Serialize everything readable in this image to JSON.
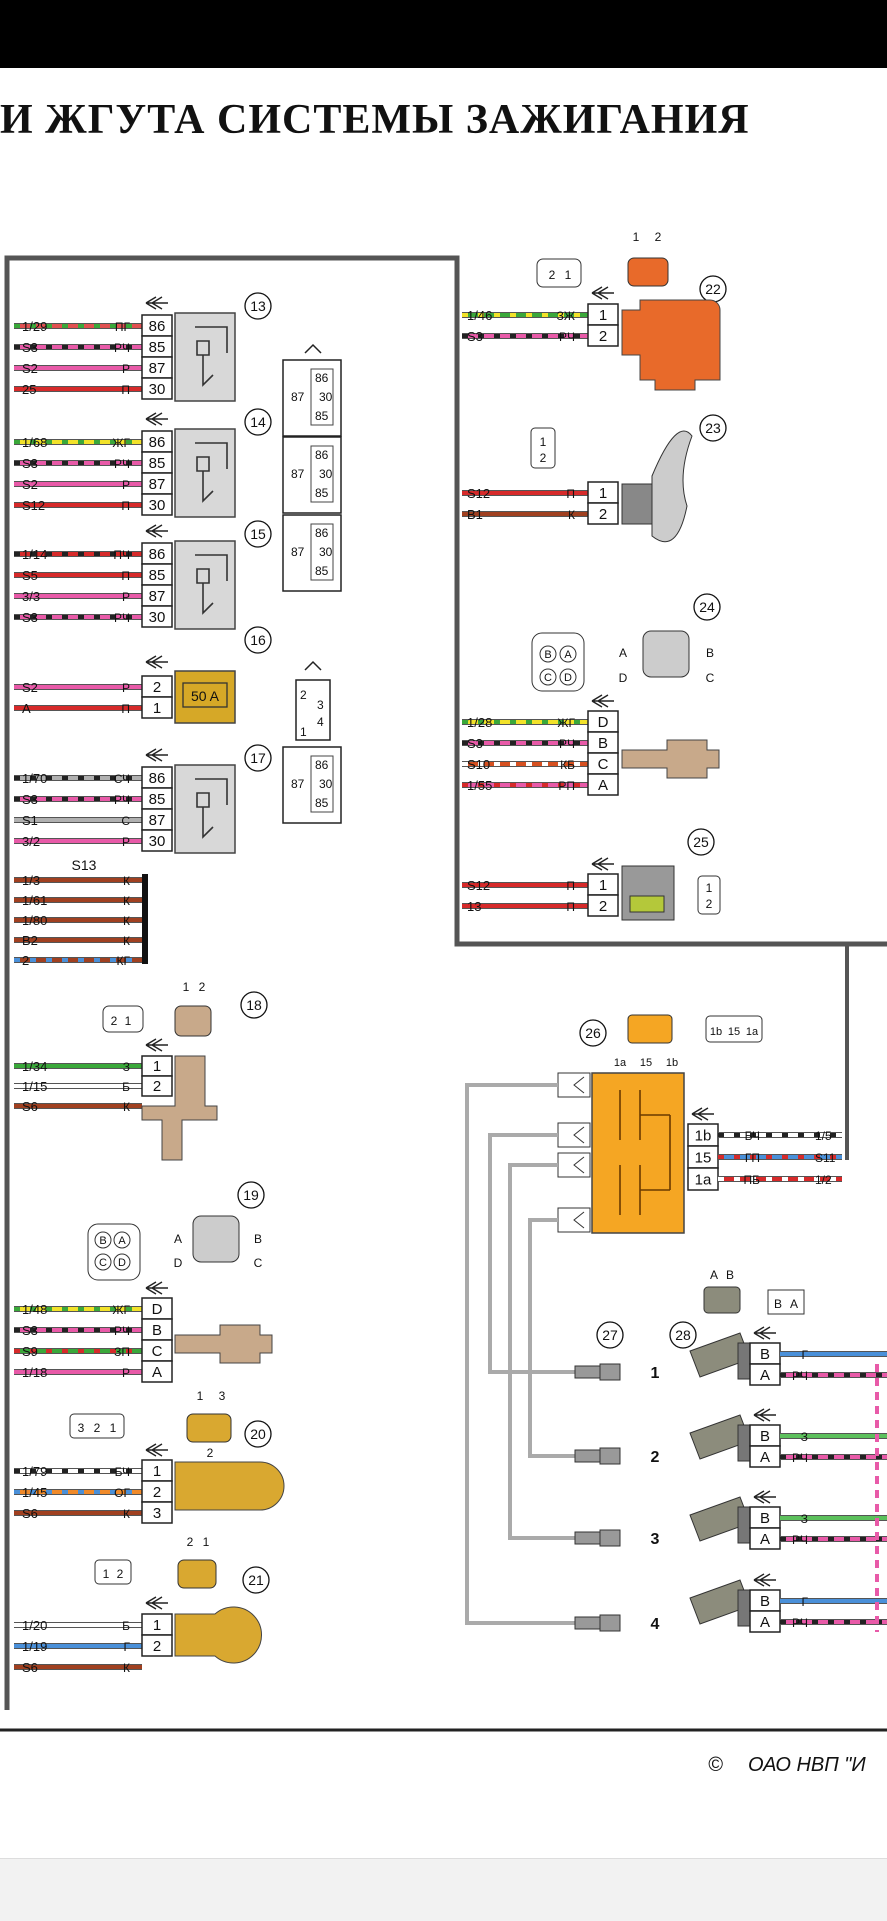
{
  "title": "И ЖГУТА СИСТЕМЫ ЗАЖИГАНИЯ",
  "copyright": {
    "symbol": "©",
    "text": "ОАО НВП \"И"
  },
  "left_panel": {
    "relays": [
      {
        "id": "13",
        "pins": [
          "86",
          "85",
          "87",
          "30"
        ],
        "wires": [
          {
            "label": "1/29",
            "code": "ПГ",
            "colors": [
              "#e05050",
              "#3aa83a"
            ]
          },
          {
            "label": "S3",
            "code": "РЧ",
            "colors": [
              "#e85aa8",
              "#222"
            ]
          },
          {
            "label": "S2",
            "code": "Р",
            "colors": [
              "#e85aa8",
              "#e85aa8"
            ]
          },
          {
            "label": "25",
            "code": "П",
            "colors": [
              "#d62a2a",
              "#d62a2a"
            ]
          }
        ]
      },
      {
        "id": "14",
        "pins": [
          "86",
          "85",
          "87",
          "30"
        ],
        "wires": [
          {
            "label": "1/68",
            "code": "ЖГ",
            "colors": [
              "#f2e22a",
              "#3aa83a"
            ]
          },
          {
            "label": "S3",
            "code": "РЧ",
            "colors": [
              "#e85aa8",
              "#222"
            ]
          },
          {
            "label": "S2",
            "code": "Р",
            "colors": [
              "#e85aa8",
              "#e85aa8"
            ]
          },
          {
            "label": "S12",
            "code": "П",
            "colors": [
              "#d62a2a",
              "#d62a2a"
            ]
          }
        ]
      },
      {
        "id": "15",
        "pins": [
          "86",
          "85",
          "87",
          "30"
        ],
        "wires": [
          {
            "label": "1/14",
            "code": "ПЧ",
            "colors": [
              "#d62a2a",
              "#222"
            ]
          },
          {
            "label": "S5",
            "code": "П",
            "colors": [
              "#d62a2a",
              "#d62a2a"
            ]
          },
          {
            "label": "3/3",
            "code": "Р",
            "colors": [
              "#e85aa8",
              "#e85aa8"
            ]
          },
          {
            "label": "S3",
            "code": "РЧ",
            "colors": [
              "#e85aa8",
              "#222"
            ]
          }
        ]
      },
      {
        "id": "17",
        "pins": [
          "86",
          "85",
          "87",
          "30"
        ],
        "wires": [
          {
            "label": "1/70",
            "code": "СЧ",
            "colors": [
              "#b0b0b0",
              "#222"
            ]
          },
          {
            "label": "S3",
            "code": "РЧ",
            "colors": [
              "#e85aa8",
              "#222"
            ]
          },
          {
            "label": "S1",
            "code": "С",
            "colors": [
              "#b0b0b0",
              "#b0b0b0"
            ]
          },
          {
            "label": "3/2",
            "code": "Р",
            "colors": [
              "#e85aa8",
              "#e85aa8"
            ]
          }
        ]
      }
    ],
    "fuse": {
      "id": "16",
      "rating": "50 A",
      "pins": [
        "2",
        "1"
      ],
      "wires": [
        {
          "label": "S2",
          "code": "Р",
          "colors": [
            "#e85aa8",
            "#e85aa8"
          ]
        },
        {
          "label": "A",
          "code": "П",
          "colors": [
            "#d62a2a",
            "#d62a2a"
          ]
        }
      ]
    },
    "relay_socket_pins": [
      "86",
      "87",
      "30",
      "85"
    ],
    "fuse_socket_pins": [
      "2",
      "3",
      "4",
      "1"
    ],
    "ground": {
      "id": "S13",
      "wires": [
        {
          "label": "1/3",
          "code": "К",
          "colors": [
            "#a04020",
            "#a04020"
          ]
        },
        {
          "label": "1/61",
          "code": "К",
          "colors": [
            "#a04020",
            "#a04020"
          ]
        },
        {
          "label": "1/80",
          "code": "К",
          "colors": [
            "#a04020",
            "#a04020"
          ]
        },
        {
          "label": "B2",
          "code": "К",
          "colors": [
            "#a04020",
            "#a04020"
          ]
        },
        {
          "label": "2",
          "code": "КГ",
          "colors": [
            "#a04020",
            "#4a90d9"
          ]
        }
      ]
    },
    "sensor18": {
      "id": "18",
      "top_pins": [
        "1",
        "2"
      ],
      "conn_pins": [
        "2",
        "1"
      ],
      "pins": [
        "1",
        "2"
      ],
      "wires": [
        {
          "label": "1/34",
          "code": "З",
          "colors": [
            "#3aa83a",
            "#3aa83a"
          ]
        },
        {
          "label": "1/15",
          "code": "Б",
          "colors": [
            "#ffffff",
            "#ffffff"
          ]
        },
        {
          "label": "S6",
          "code": "К",
          "colors": [
            "#a04020",
            "#a04020"
          ]
        }
      ]
    },
    "sensor19": {
      "id": "19",
      "face": [
        "B",
        "A",
        "C",
        "D"
      ],
      "face2": [
        "A",
        "B",
        "D",
        "C"
      ],
      "pins": [
        "D",
        "B",
        "C",
        "A"
      ],
      "wires": [
        {
          "label": "1/48",
          "code": "ЖГ",
          "colors": [
            "#f2e22a",
            "#3aa83a"
          ]
        },
        {
          "label": "S3",
          "code": "РЧ",
          "colors": [
            "#e85aa8",
            "#222"
          ]
        },
        {
          "label": "S9",
          "code": "ЗП",
          "colors": [
            "#3aa83a",
            "#d62a2a"
          ]
        },
        {
          "label": "1/18",
          "code": "Р",
          "colors": [
            "#e85aa8",
            "#e85aa8"
          ]
        }
      ]
    },
    "sensor20": {
      "id": "20",
      "conn_pins": [
        "3",
        "2",
        "1"
      ],
      "top_pins": [
        "1",
        "3"
      ],
      "bottom_pin": "2",
      "pins": [
        "1",
        "2",
        "3"
      ],
      "wires": [
        {
          "label": "1/79",
          "code": "БЧ",
          "colors": [
            "#ffffff",
            "#222"
          ]
        },
        {
          "label": "1/45",
          "code": "ОГ",
          "colors": [
            "#f08a2a",
            "#4a90d9"
          ]
        },
        {
          "label": "S6",
          "code": "К",
          "colors": [
            "#a04020",
            "#a04020"
          ]
        }
      ]
    },
    "sensor21": {
      "id": "21",
      "conn_pins": [
        "1",
        "2"
      ],
      "top_pins": [
        "2",
        "1"
      ],
      "pins": [
        "1",
        "2"
      ],
      "wires": [
        {
          "label": "1/20",
          "code": "Б",
          "colors": [
            "#ffffff",
            "#ffffff"
          ]
        },
        {
          "label": "1/19",
          "code": "Г",
          "colors": [
            "#4a90d9",
            "#4a90d9"
          ]
        },
        {
          "label": "S6",
          "code": "К",
          "colors": [
            "#a04020",
            "#a04020"
          ]
        }
      ]
    }
  },
  "right_panel": {
    "coil22": {
      "id": "22",
      "conn_pins": [
        "2",
        "1"
      ],
      "top_pins": [
        "1",
        "2"
      ],
      "pins": [
        "1",
        "2"
      ],
      "wires": [
        {
          "label": "1/46",
          "code": "ЗЖ",
          "colors": [
            "#3aa83a",
            "#f2e22a"
          ]
        },
        {
          "label": "S3",
          "code": "РЧ",
          "colors": [
            "#e85aa8",
            "#222"
          ]
        }
      ]
    },
    "fan23": {
      "id": "23",
      "conn_pins": [
        "1",
        "2"
      ],
      "pins": [
        "1",
        "2"
      ],
      "wires": [
        {
          "label": "S12",
          "code": "П",
          "colors": [
            "#d62a2a",
            "#d62a2a"
          ]
        },
        {
          "label": "B1",
          "code": "К",
          "colors": [
            "#a04020",
            "#a04020"
          ]
        }
      ]
    },
    "sensor24": {
      "id": "24",
      "face": [
        "B",
        "A",
        "C",
        "D"
      ],
      "face2": [
        "A",
        "B",
        "D",
        "C"
      ],
      "pins": [
        "D",
        "B",
        "C",
        "A"
      ],
      "wires": [
        {
          "label": "1/28",
          "code": "ЖГ",
          "colors": [
            "#f2e22a",
            "#3aa83a"
          ]
        },
        {
          "label": "S3",
          "code": "РЧ",
          "colors": [
            "#e85aa8",
            "#222"
          ]
        },
        {
          "label": "S10",
          "code": "КБ",
          "colors": [
            "#d65020",
            "#ffffff"
          ]
        },
        {
          "label": "1/55",
          "code": "РП",
          "colors": [
            "#e85aa8",
            "#d62a2a"
          ]
        }
      ]
    },
    "valve25": {
      "id": "25",
      "conn_pins": [
        "1",
        "2"
      ],
      "pins": [
        "1",
        "2"
      ],
      "wires": [
        {
          "label": "S12",
          "code": "П",
          "colors": [
            "#d62a2a",
            "#d62a2a"
          ]
        },
        {
          "label": "13",
          "code": "П",
          "colors": [
            "#d62a2a",
            "#d62a2a"
          ]
        }
      ]
    }
  },
  "module26": {
    "id": "26",
    "top_pins": [
      "1a",
      "15",
      "1b"
    ],
    "conn_pins": [
      "1b",
      "15",
      "1a"
    ],
    "pins": [
      "1b",
      "15",
      "1a"
    ],
    "wires": [
      {
        "label": "1/5",
        "code": "БЧ",
        "colors": [
          "#ffffff",
          "#222"
        ]
      },
      {
        "label": "S11",
        "code": "ГП",
        "colors": [
          "#4a90d9",
          "#d62a2a"
        ]
      },
      {
        "label": "1/2",
        "code": "ПБ",
        "colors": [
          "#d62a2a",
          "#ffffff"
        ]
      }
    ]
  },
  "plugs27": {
    "id": "27",
    "numbers": [
      "1",
      "2",
      "3",
      "4"
    ]
  },
  "injectors28": {
    "id": "28",
    "top_pins": [
      "A",
      "B"
    ],
    "conn_pins": [
      "B",
      "A"
    ],
    "rows": [
      {
        "pins": [
          "B",
          "A"
        ],
        "codes": [
          "Г",
          "РЧ"
        ]
      },
      {
        "pins": [
          "B",
          "A"
        ],
        "codes": [
          "З",
          "РЧ"
        ]
      },
      {
        "pins": [
          "B",
          "A"
        ],
        "codes": [
          "З",
          "РЧ"
        ]
      },
      {
        "pins": [
          "B",
          "A"
        ],
        "codes": [
          "Г",
          "РЧ"
        ]
      }
    ]
  },
  "colors": {
    "frame": "#555555",
    "relay_body": "#d8d8d8",
    "fuse_body": "#d6a827",
    "coil": "#e86a2a",
    "module": "#f5a623",
    "sensor_tan": "#c8a98a",
    "sensor_gold": "#d9a830",
    "injector": "#8c8c7c"
  }
}
